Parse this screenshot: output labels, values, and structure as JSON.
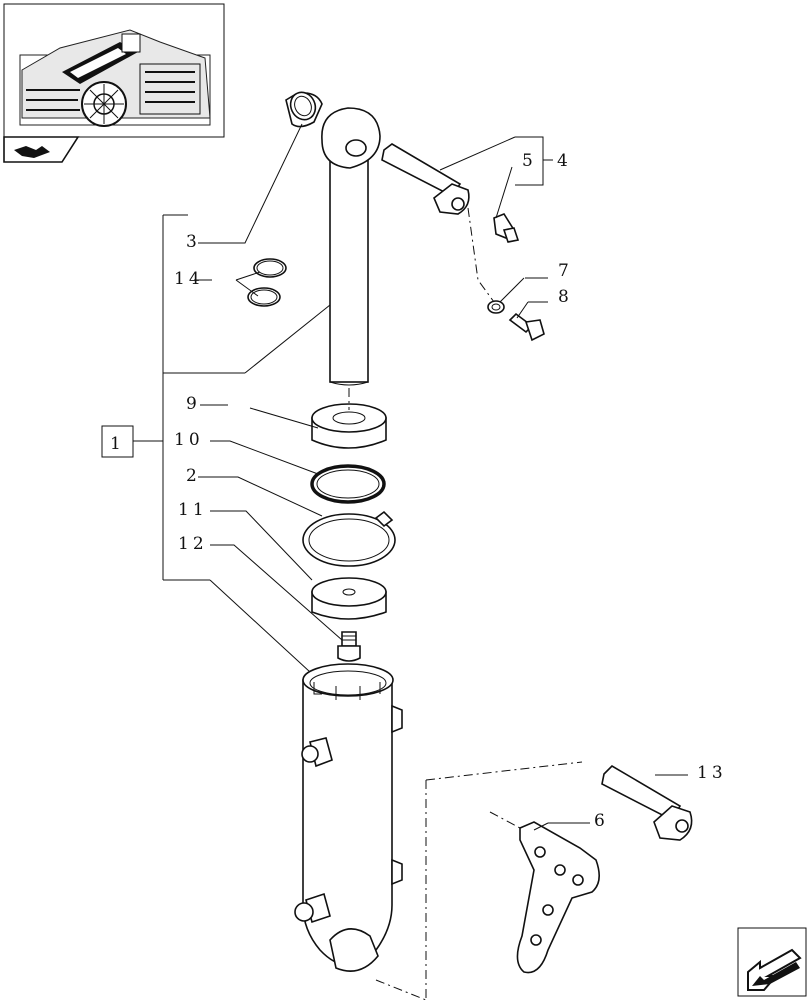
{
  "labels": {
    "l1": "1",
    "l2": "2",
    "l3": "3",
    "l4": "4",
    "l5": "5",
    "l6": "6",
    "l7": "7",
    "l8": "8",
    "l9": "9",
    "l10": "10",
    "l11": "11",
    "l12": "12",
    "l13": "13",
    "l14": "14"
  },
  "icons": {
    "thumbnail": "tractor-location-thumbnail",
    "thumbnail_tab": "book-arrow-icon",
    "nav": "next-page-arrow-icon"
  }
}
